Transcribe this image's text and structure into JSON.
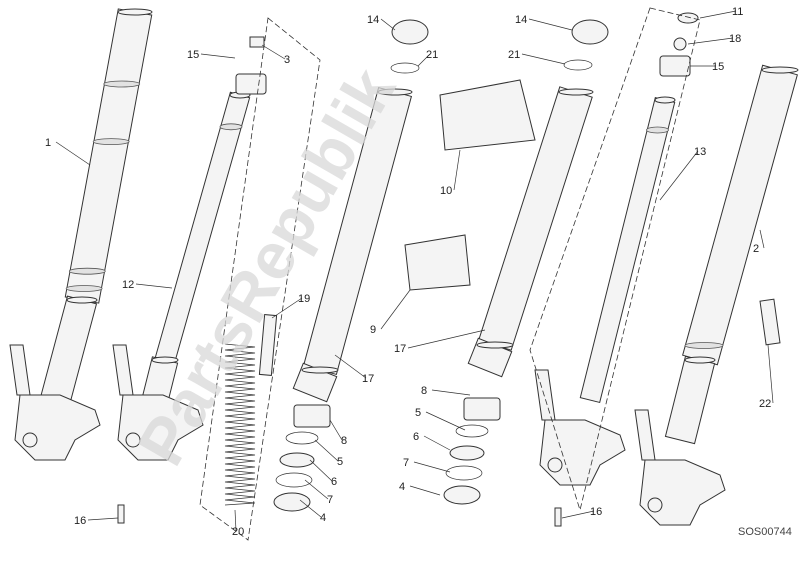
{
  "diagram": {
    "callouts": [
      "1",
      "12",
      "15",
      "3",
      "14",
      "21",
      "19",
      "20",
      "17",
      "8",
      "5",
      "6",
      "7",
      "4",
      "10",
      "9",
      "14",
      "21",
      "17",
      "8",
      "5",
      "6",
      "7",
      "4",
      "11",
      "18",
      "15",
      "13",
      "2",
      "22",
      "16",
      "16"
    ],
    "drawing_code": "SOS00744",
    "watermark": "PartsRepublik",
    "line_color": "#333333"
  }
}
